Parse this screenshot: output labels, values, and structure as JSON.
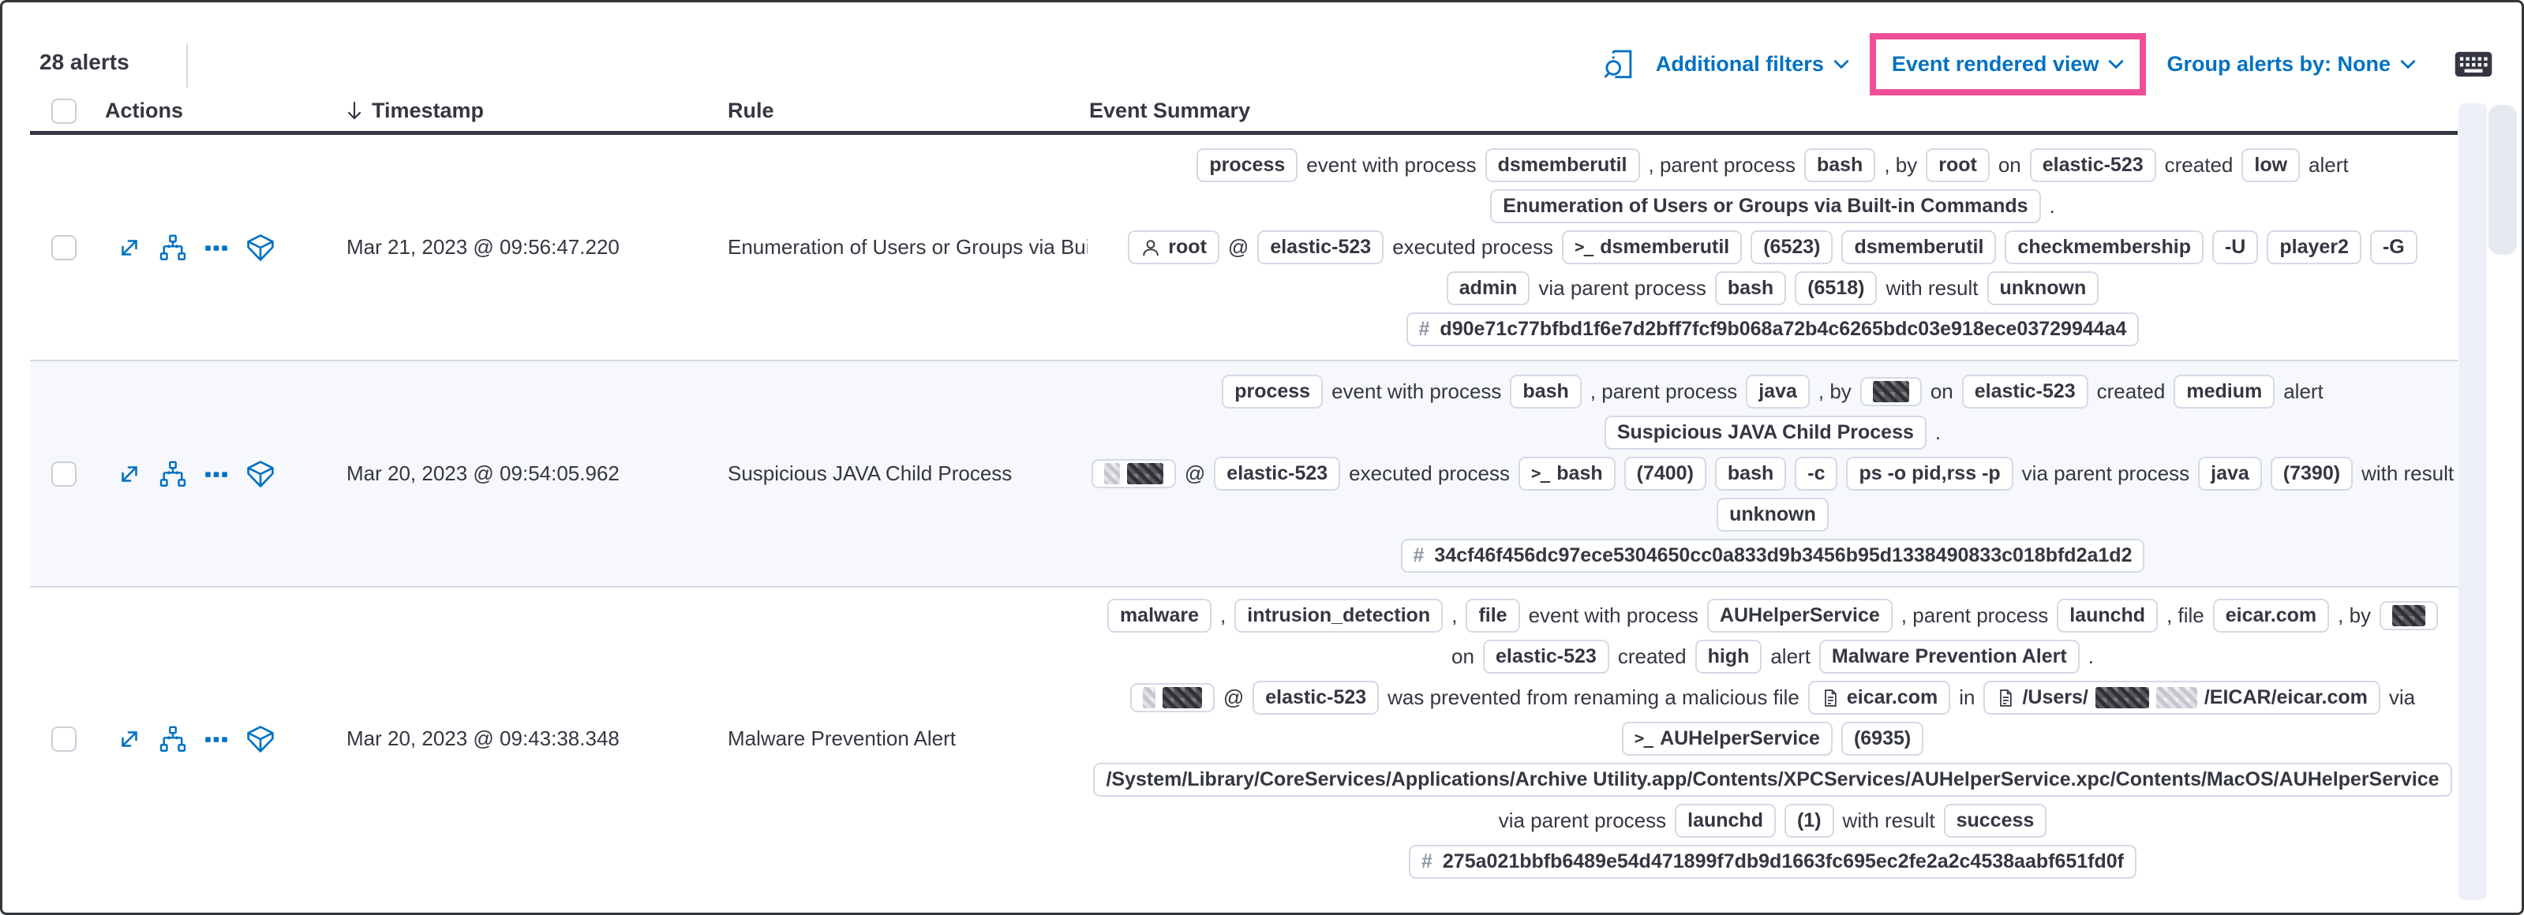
{
  "toolbar": {
    "alerts_count": "28 alerts",
    "additional_filters_label": "Additional filters",
    "view_selector_label": "Event rendered view",
    "group_alerts_label": "Group alerts by: None"
  },
  "colors": {
    "link_blue": "#0071c2",
    "highlight_pink": "#f04e98",
    "text": "#343741",
    "badge_border": "#d3dae6",
    "stripe_background": "#f7f8fc"
  },
  "table": {
    "headers": {
      "actions": "Actions",
      "timestamp": "Timestamp",
      "rule": "Rule",
      "event_summary": "Event Summary"
    },
    "rows": [
      {
        "timestamp": "Mar 21, 2023 @ 09:56:47.220",
        "rule": "Enumeration of Users or Groups via Bui",
        "summary_lines": [
          [
            {
              "t": "badge",
              "v": "process"
            },
            {
              "t": "text",
              "v": "event with process"
            },
            {
              "t": "badge",
              "v": "dsmemberutil"
            },
            {
              "t": "text",
              "v": ", parent process"
            },
            {
              "t": "badge",
              "v": "bash"
            },
            {
              "t": "text",
              "v": ", by"
            },
            {
              "t": "badge",
              "v": "root"
            },
            {
              "t": "text",
              "v": "on"
            },
            {
              "t": "badge",
              "v": "elastic-523"
            },
            {
              "t": "text",
              "v": "created"
            },
            {
              "t": "badge",
              "v": "low"
            },
            {
              "t": "text",
              "v": "alert"
            }
          ],
          [
            {
              "t": "badge",
              "v": "Enumeration of Users or Groups via Built-in Commands"
            },
            {
              "t": "text",
              "v": "."
            }
          ],
          [
            {
              "t": "badge",
              "v": "root",
              "icon": "user"
            },
            {
              "t": "text",
              "v": "@"
            },
            {
              "t": "badge",
              "v": "elastic-523"
            },
            {
              "t": "text",
              "v": "executed process"
            },
            {
              "t": "badge",
              "v": "dsmemberutil",
              "icon": "terminal"
            },
            {
              "t": "badge",
              "v": "(6523)"
            },
            {
              "t": "badge",
              "v": "dsmemberutil"
            },
            {
              "t": "badge",
              "v": "checkmembership"
            },
            {
              "t": "badge",
              "v": "-U"
            },
            {
              "t": "badge",
              "v": "player2"
            },
            {
              "t": "badge",
              "v": "-G"
            }
          ],
          [
            {
              "t": "badge",
              "v": "admin"
            },
            {
              "t": "text",
              "v": "via parent process"
            },
            {
              "t": "badge",
              "v": "bash"
            },
            {
              "t": "badge",
              "v": "(6518)"
            },
            {
              "t": "text",
              "v": "with result"
            },
            {
              "t": "badge",
              "v": "unknown"
            }
          ],
          [
            {
              "t": "badge",
              "v": "d90e71c77bfbd1f6e7d2bff7fcf9b068a72b4c6265bdc03e918ece03729944a4",
              "icon": "hash"
            }
          ]
        ]
      },
      {
        "timestamp": "Mar 20, 2023 @ 09:54:05.962",
        "rule": "Suspicious JAVA Child Process",
        "summary_lines": [
          [
            {
              "t": "badge",
              "v": "process"
            },
            {
              "t": "text",
              "v": "event with process"
            },
            {
              "t": "badge",
              "v": "bash"
            },
            {
              "t": "text",
              "v": ", parent process"
            },
            {
              "t": "badge",
              "v": "java"
            },
            {
              "t": "text",
              "v": ", by"
            },
            {
              "t": "badge",
              "parts": [
                {
                  "redact": {
                    "w": 46,
                    "tone": "dark"
                  }
                }
              ]
            },
            {
              "t": "text",
              "v": "on"
            },
            {
              "t": "badge",
              "v": "elastic-523"
            },
            {
              "t": "text",
              "v": "created"
            },
            {
              "t": "badge",
              "v": "medium"
            },
            {
              "t": "text",
              "v": "alert"
            }
          ],
          [
            {
              "t": "badge",
              "v": "Suspicious JAVA Child Process"
            },
            {
              "t": "text",
              "v": "."
            }
          ],
          [
            {
              "t": "badge",
              "parts": [
                {
                  "redact": {
                    "w": 20,
                    "tone": "light"
                  }
                },
                {
                  "redact": {
                    "w": 46,
                    "tone": "dark"
                  }
                }
              ]
            },
            {
              "t": "text",
              "v": "@"
            },
            {
              "t": "badge",
              "v": "elastic-523"
            },
            {
              "t": "text",
              "v": "executed process"
            },
            {
              "t": "badge",
              "v": "bash",
              "icon": "terminal"
            },
            {
              "t": "badge",
              "v": "(7400)"
            },
            {
              "t": "badge",
              "v": "bash"
            },
            {
              "t": "badge",
              "v": "-c"
            },
            {
              "t": "badge",
              "v": "ps -o pid,rss -p"
            },
            {
              "t": "text",
              "v": "via parent process"
            },
            {
              "t": "badge",
              "v": "java"
            },
            {
              "t": "badge",
              "v": "(7390)"
            },
            {
              "t": "text",
              "v": "with result"
            }
          ],
          [
            {
              "t": "badge",
              "v": "unknown"
            }
          ],
          [
            {
              "t": "badge",
              "v": "34cf46f456dc97ece5304650cc0a833d9b3456b95d1338490833c018bfd2a1d2",
              "icon": "hash"
            }
          ]
        ]
      },
      {
        "timestamp": "Mar 20, 2023 @ 09:43:38.348",
        "rule": "Malware Prevention Alert",
        "summary_lines": [
          [
            {
              "t": "badge",
              "v": "malware"
            },
            {
              "t": "text",
              "v": ","
            },
            {
              "t": "badge",
              "v": "intrusion_detection"
            },
            {
              "t": "text",
              "v": ","
            },
            {
              "t": "badge",
              "v": "file"
            },
            {
              "t": "text",
              "v": "event with process"
            },
            {
              "t": "badge",
              "v": "AUHelperService"
            },
            {
              "t": "text",
              "v": ", parent process"
            },
            {
              "t": "badge",
              "v": "launchd"
            },
            {
              "t": "text",
              "v": ", file"
            },
            {
              "t": "badge",
              "v": "eicar.com"
            },
            {
              "t": "text",
              "v": ", by"
            },
            {
              "t": "badge",
              "parts": [
                {
                  "redact": {
                    "w": 42,
                    "tone": "dark"
                  }
                }
              ]
            }
          ],
          [
            {
              "t": "text",
              "v": "on"
            },
            {
              "t": "badge",
              "v": "elastic-523"
            },
            {
              "t": "text",
              "v": "created"
            },
            {
              "t": "badge",
              "v": "high"
            },
            {
              "t": "text",
              "v": "alert"
            },
            {
              "t": "badge",
              "v": "Malware Prevention Alert"
            },
            {
              "t": "text",
              "v": "."
            }
          ],
          [
            {
              "t": "badge",
              "parts": [
                {
                  "redact": {
                    "w": 16,
                    "tone": "light"
                  }
                },
                {
                  "redact": {
                    "w": 50,
                    "tone": "dark"
                  }
                }
              ]
            },
            {
              "t": "text",
              "v": "@"
            },
            {
              "t": "badge",
              "v": "elastic-523"
            },
            {
              "t": "text",
              "v": "was prevented from renaming a malicious file"
            },
            {
              "t": "badge",
              "v": "eicar.com",
              "icon": "file"
            },
            {
              "t": "text",
              "v": "in"
            },
            {
              "t": "badge",
              "icon": "file",
              "parts": [
                {
                  "v": "/Users/"
                },
                {
                  "redact": {
                    "w": 68,
                    "tone": "dark"
                  }
                },
                {
                  "redact": {
                    "w": 52,
                    "tone": "light"
                  }
                },
                {
                  "v": "/EICAR/eicar.com"
                }
              ]
            },
            {
              "t": "text",
              "v": "via"
            }
          ],
          [
            {
              "t": "badge",
              "v": "AUHelperService",
              "icon": "terminal"
            },
            {
              "t": "badge",
              "v": "(6935)"
            }
          ],
          [
            {
              "t": "badge",
              "v": "/System/Library/CoreServices/Applications/Archive Utility.app/Contents/XPCServices/AUHelperService.xpc/Contents/MacOS/AUHelperService"
            }
          ],
          [
            {
              "t": "text",
              "v": "via parent process"
            },
            {
              "t": "badge",
              "v": "launchd"
            },
            {
              "t": "badge",
              "v": "(1)"
            },
            {
              "t": "text",
              "v": "with result"
            },
            {
              "t": "badge",
              "v": "success"
            }
          ],
          [
            {
              "t": "badge",
              "v": "275a021bbfb6489e54d471899f7db9d1663fc695ec2fe2a2c4538aabf651fd0f",
              "icon": "hash"
            }
          ]
        ]
      }
    ]
  }
}
